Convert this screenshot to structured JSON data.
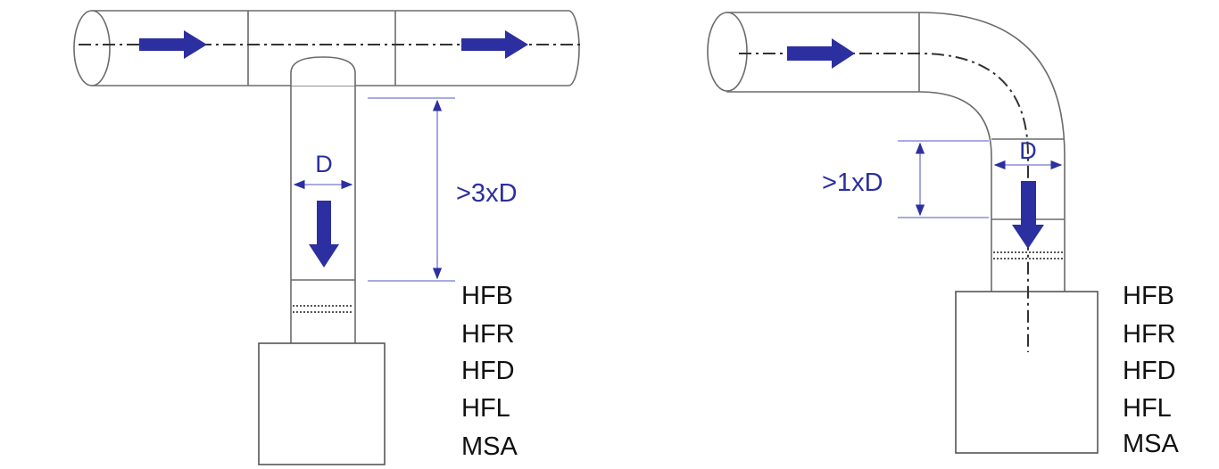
{
  "colors": {
    "flow_arrow": "#2b2fa0",
    "dimension": "#8a8fd8",
    "outline": "#6b6b6b"
  },
  "left_diagram": {
    "diameter_label": "D",
    "distance_label": ">3xD",
    "models": [
      "HFB",
      "HFR",
      "HFD",
      "HFL",
      "MSA"
    ]
  },
  "right_diagram": {
    "diameter_label": "D",
    "distance_label": ">1xD",
    "models": [
      "HFB",
      "HFR",
      "HFD",
      "HFL",
      "MSA"
    ]
  }
}
